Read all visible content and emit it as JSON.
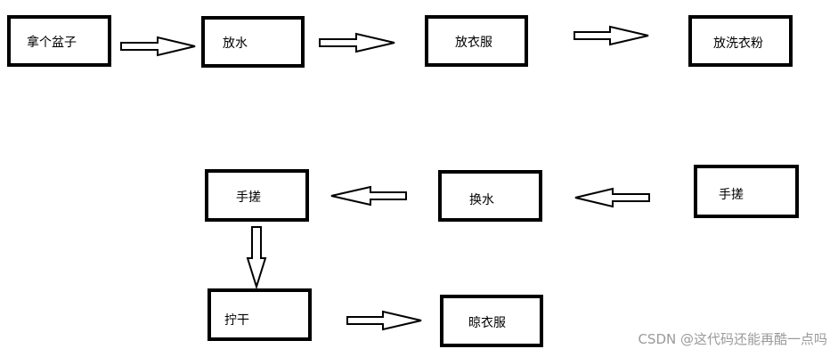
{
  "diagram": {
    "steps": [
      {
        "id": "take-basin",
        "label": "拿个盆子"
      },
      {
        "id": "add-water",
        "label": "放水"
      },
      {
        "id": "add-clothes",
        "label": "放衣服"
      },
      {
        "id": "add-detergent",
        "label": "放洗衣粉"
      },
      {
        "id": "hand-rub-1",
        "label": "手搓"
      },
      {
        "id": "change-water",
        "label": "换水"
      },
      {
        "id": "hand-rub-2",
        "label": "手搓"
      },
      {
        "id": "wring-dry",
        "label": "拧干"
      },
      {
        "id": "hang-clothes",
        "label": "晾衣服"
      }
    ],
    "edges": [
      {
        "from": "take-basin",
        "to": "add-water"
      },
      {
        "from": "add-water",
        "to": "add-clothes"
      },
      {
        "from": "add-clothes",
        "to": "add-detergent"
      },
      {
        "from": "hand-rub-1",
        "to": "change-water"
      },
      {
        "from": "change-water",
        "to": "hand-rub-2"
      },
      {
        "from": "hand-rub-2",
        "to": "wring-dry"
      },
      {
        "from": "wring-dry",
        "to": "hang-clothes"
      }
    ]
  },
  "watermark": "CSDN @这代码还能再酷一点吗"
}
